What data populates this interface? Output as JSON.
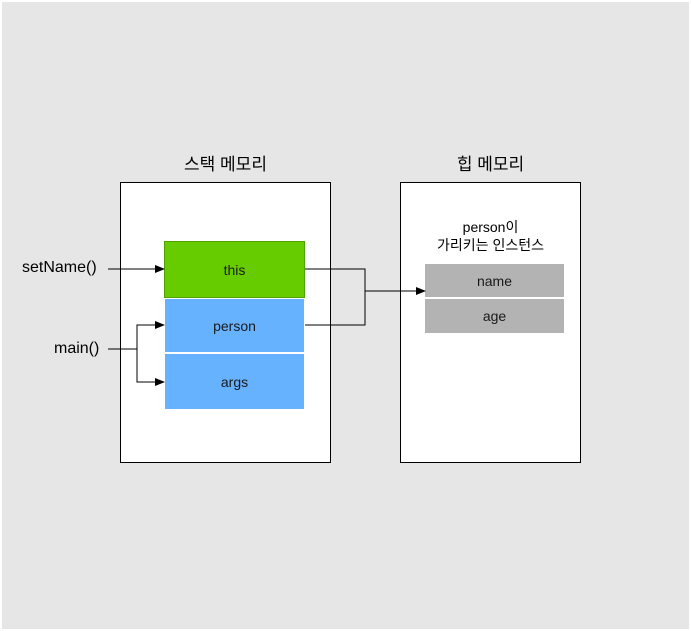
{
  "stack": {
    "title": "스택 메모리",
    "frames": {
      "this": "this",
      "person": "person",
      "args": "args"
    }
  },
  "heap": {
    "title": "힙 메모리",
    "caption_line1": "person이",
    "caption_line2": "가리키는 인스턴스",
    "fields": {
      "name": "name",
      "age": "age"
    }
  },
  "methods": {
    "setname": "setName()",
    "main": "main()"
  },
  "colors": {
    "background": "#e6e6e6",
    "this_frame": "#66cc00",
    "main_frames": "#66b2ff",
    "heap_fields": "#b3b3b3"
  }
}
